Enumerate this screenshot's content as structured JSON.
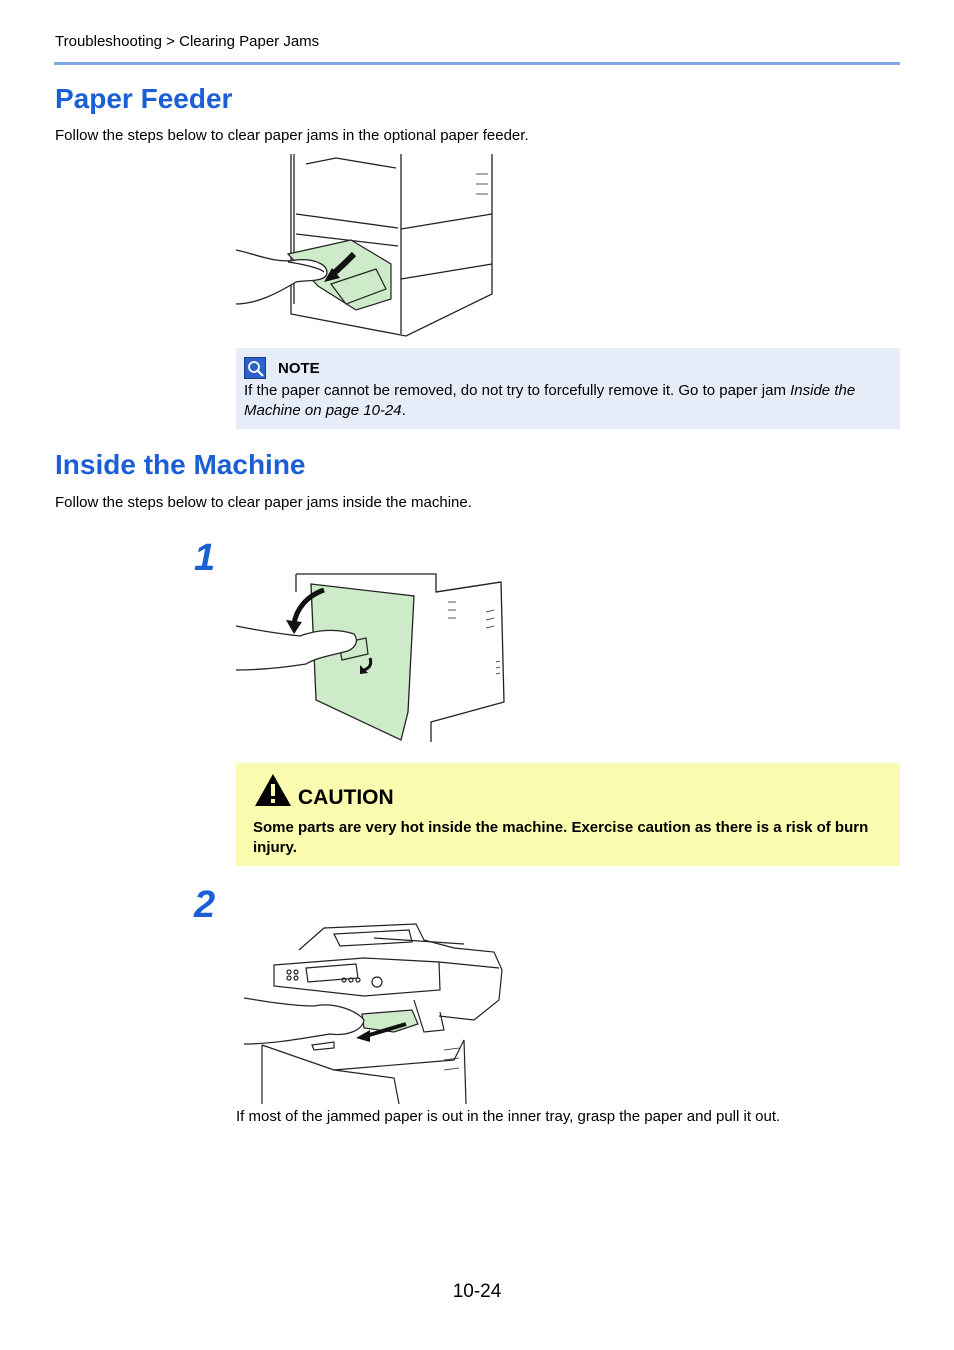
{
  "header": {
    "breadcrumb": "Troubleshooting > Clearing Paper Jams"
  },
  "section1": {
    "title": "Paper Feeder",
    "intro": "Follow the steps below to clear paper jams in the optional paper feeder."
  },
  "note": {
    "title": "NOTE",
    "text_before": "If the paper cannot be removed, do not try to forcefully remove it. Go to paper jam ",
    "link_text": "Inside the Machine on page 10-24",
    "text_after": "."
  },
  "section2": {
    "title": "Inside the Machine",
    "intro": "Follow the steps below to clear paper jams inside the machine."
  },
  "steps": [
    {
      "number": "1"
    },
    {
      "number": "2",
      "caption": "If most of the jammed paper is out in the inner tray, grasp the paper and pull it out."
    }
  ],
  "caution": {
    "title": "CAUTION",
    "text": "Some parts are very hot inside the machine. Exercise caution as there is a risk of burn injury."
  },
  "footer": {
    "page_number": "10-24"
  },
  "colors": {
    "heading": "#1a5fd6",
    "rule": "#7fa7e6",
    "note_bg": "#e6ecf8",
    "caution_bg": "#fbfbb0",
    "paper_green": "#cdebc8"
  }
}
